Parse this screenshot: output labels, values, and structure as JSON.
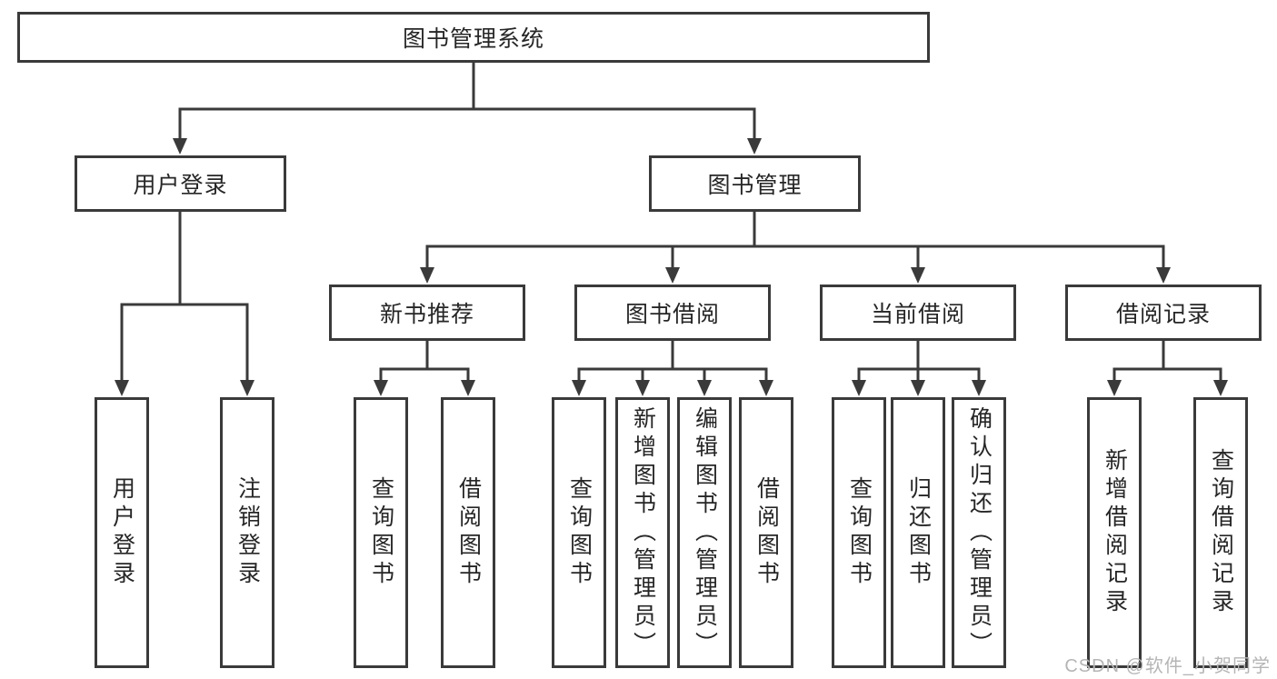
{
  "diagram_type": "hierarchy-tree",
  "colors": {
    "line": "#3a3a3a",
    "box_border": "#3a3a3a",
    "text": "#262626",
    "background": "#ffffff",
    "watermark": "#b5b5b5"
  },
  "tree": {
    "label": "图书管理系统",
    "children": [
      {
        "label": "用户登录",
        "children": [
          {
            "label": "用户登录"
          },
          {
            "label": "注销登录"
          }
        ]
      },
      {
        "label": "图书管理",
        "children": [
          {
            "label": "新书推荐",
            "children": [
              {
                "label": "查询图书"
              },
              {
                "label": "借阅图书"
              }
            ]
          },
          {
            "label": "图书借阅",
            "children": [
              {
                "label": "查询图书"
              },
              {
                "label": "新增图书（管理员）"
              },
              {
                "label": "编辑图书（管理员）"
              },
              {
                "label": "借阅图书"
              }
            ]
          },
          {
            "label": "当前借阅",
            "children": [
              {
                "label": "查询图书"
              },
              {
                "label": "归还图书"
              },
              {
                "label": "确认归还（管理员）"
              }
            ]
          },
          {
            "label": "借阅记录",
            "children": [
              {
                "label": "新增借阅记录"
              },
              {
                "label": "查询借阅记录"
              }
            ]
          }
        ]
      }
    ]
  },
  "watermark": {
    "text": "CSDN @软件_小贺同学"
  }
}
